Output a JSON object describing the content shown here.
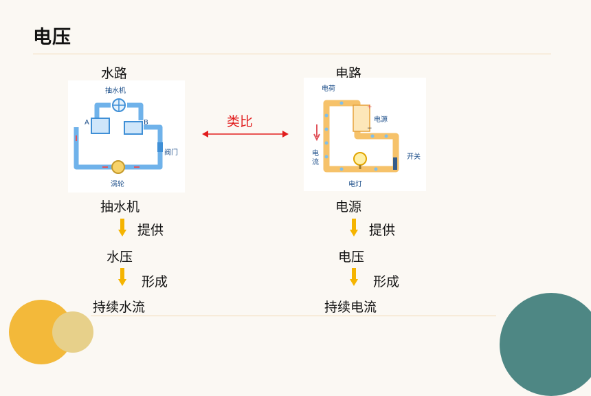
{
  "slide": {
    "title": "电压"
  },
  "left": {
    "heading": "水路",
    "diagram": {
      "pump": "抽水机",
      "a": "A",
      "b": "B",
      "valve": "阀门",
      "turbine": "涡轮"
    },
    "chain": [
      "抽水机",
      "提供",
      "水压",
      "形成",
      "持续水流"
    ]
  },
  "center": {
    "label": "类比",
    "color": "#e11d1d"
  },
  "right": {
    "heading": "电路",
    "diagram": {
      "charge": "电荷",
      "source": "电源",
      "switch": "开关",
      "current_1": "电",
      "current_2": "流",
      "lamp": "电灯",
      "plus": "+",
      "minus": "−"
    },
    "chain": [
      "电源",
      "提供",
      "电压",
      "形成",
      "持续电流"
    ]
  },
  "colors": {
    "arrow": "#f5b400",
    "water_pipe": "#6fb2ea",
    "circuit": "#f6c26a",
    "accent_teal": "#4e8784",
    "accent_yellow": "#f3b93a"
  }
}
